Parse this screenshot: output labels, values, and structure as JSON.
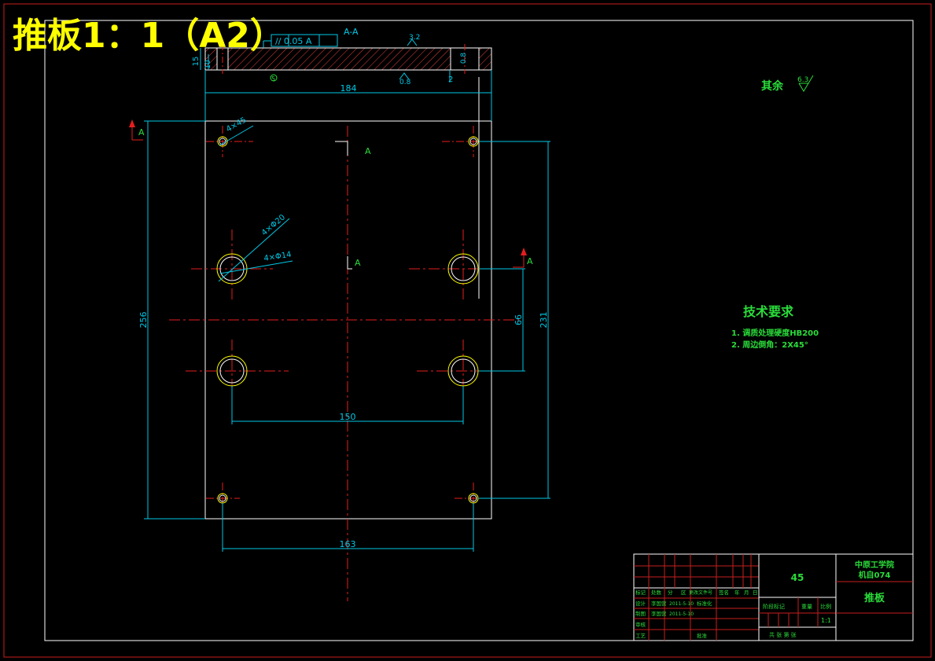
{
  "sheet": {
    "title": "推板1：1（A2）",
    "colors": {
      "background": "#000000",
      "frame": "#c81e1e",
      "outline": "#ffffff",
      "dimension": "#00c8e6",
      "centerline": "#e61e1e",
      "hidden": "#e6e600",
      "text_green": "#2adc3a",
      "title_yellow": "#ffff00",
      "hatch": "#e64040"
    }
  },
  "section_view": {
    "tolerance_frame": "// 0.05 A",
    "ref_label": "A-A",
    "roughness_top": "3.2",
    "roughness_bottom": "0.8",
    "dim_left_total": "15",
    "dim_left_inner": "10",
    "dim_right_depth": "0.8",
    "dim_right_small": "2",
    "mark_circle": "5"
  },
  "plan_view": {
    "dim_width": "184",
    "dim_height": "256",
    "dim_hole_span_v": "231",
    "dim_hole_span_h": "163",
    "dim_bore_span_h": "150",
    "dim_bore_span_v": "66",
    "callout_chamfer": "4×45",
    "callout_bore": "4×Φ20",
    "callout_hole": "4×Φ14",
    "section_label": "A"
  },
  "notes": {
    "rest_roughness_label": "其余",
    "rest_roughness_value": "6.3",
    "heading": "技术要求",
    "items": [
      "1.  调质处理硬度HB200",
      "2.  周边倒角：2X45°"
    ]
  },
  "title_block": {
    "material": "45",
    "school_line1": "中原工学院",
    "school_line2": "机自074",
    "part_name": "推板",
    "scale_label": "比例",
    "scale_value": "1:1",
    "weight_label": "重量",
    "stage_label": "阶段标记",
    "sheet_info": "共   张  第   张",
    "header_row": [
      "标记",
      "处数",
      "分",
      "区",
      "更改文件号",
      "签名",
      "年",
      "月",
      "日"
    ],
    "design_label": "设计",
    "design_name": "李国营",
    "design_date": "2011-5-10",
    "std_label": "标准化",
    "draw_label": "制图",
    "draw_name": "李国营",
    "draw_date": "2011-5-10",
    "check_label": "审核",
    "process_label": "工艺",
    "approve_label": "批准"
  }
}
